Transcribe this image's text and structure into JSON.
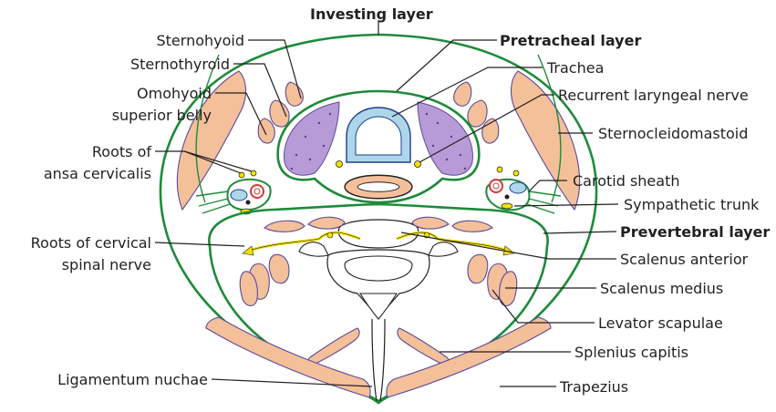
{
  "labels": {
    "investing_layer": "Investing layer",
    "pretracheal_layer": "Pretracheal layer",
    "trachea": "Trachea",
    "recurrent_laryngeal_nerve": "Recurrent laryngeal nerve",
    "sternocleidomastoid": "Sternocleidomastoid",
    "carotid_sheath": "Carotid sheath",
    "sympathetic_trunk": "Sympathetic trunk",
    "prevertebral_layer": "Prevertebral layer",
    "scalenus_anterior": "Scalenus anterior",
    "scalenus_medius": "Scalenus medius",
    "levator_scapulae": "Levator scapulae",
    "splenius_capitis": "Splenius capitis",
    "trapezius": "Trapezius",
    "sternohyoid": "Sternohyoid",
    "sternothyroid": "Sternothyroid",
    "omohyoid_line1": "Omohyoid",
    "omohyoid_line2": "superior belly",
    "roots_ansa_line1": "Roots of",
    "roots_ansa_line2": "ansa cervicalis",
    "roots_cervical_line1": "Roots of cervical",
    "roots_cervical_line2": "spinal nerve",
    "ligamentum_nuchae": "Ligamentum nuchae"
  },
  "colors": {
    "fascia": "#1e8a3a",
    "muscle": "#f4c09a",
    "muscle_outline": "#5a4a9a",
    "thyroid": "#b79bd6",
    "trachea_cartilage": "#aed6ea",
    "nerve": "#f2e200",
    "carotid_artery": "#d23a3a",
    "leader_line": "#231f20"
  }
}
